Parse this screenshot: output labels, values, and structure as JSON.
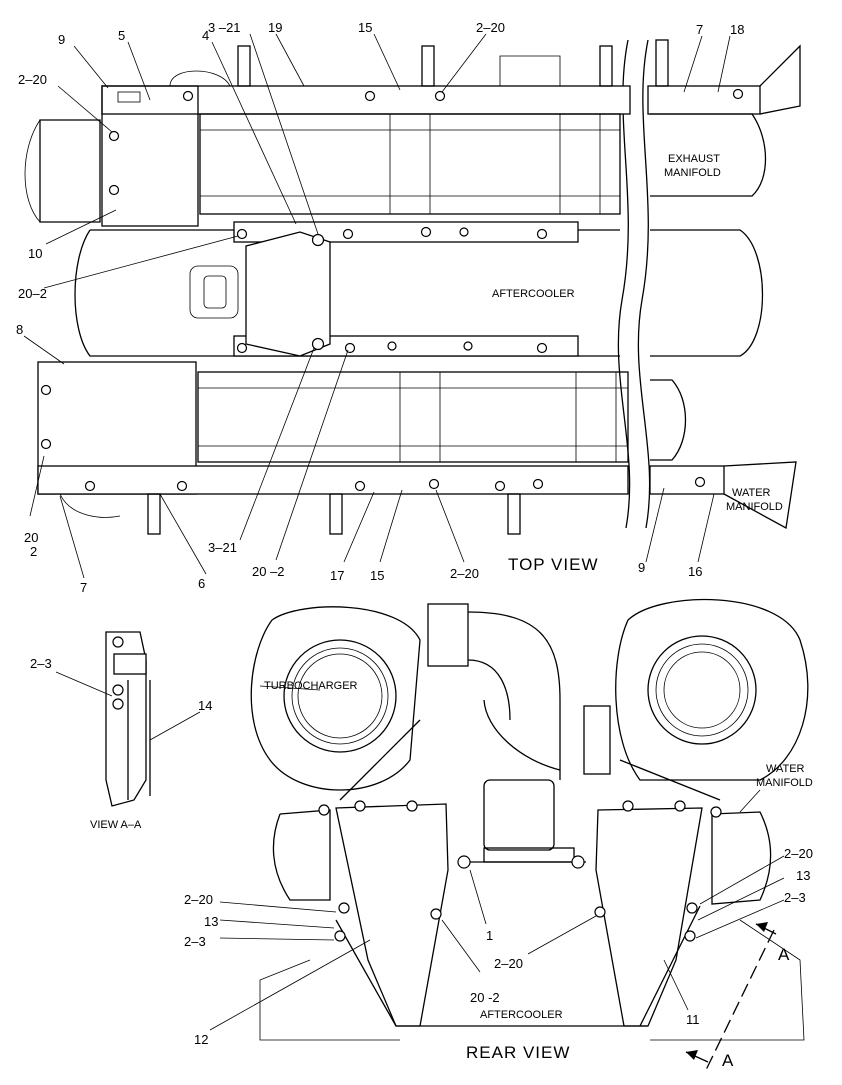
{
  "top_view": {
    "title": "TOP VIEW",
    "callouts": {
      "c9_top": "9",
      "c5": "5",
      "c4": "4",
      "c3_21_top": "3 –21",
      "c19": "19",
      "c15_top": "15",
      "c2_20_top": "2–20",
      "c7_top": "7",
      "c18": "18",
      "c2_20_left": "2–20",
      "c10": "10",
      "c20_2_left": "20–2",
      "c8": "8",
      "c20_a": "20",
      "c2_a": "2",
      "c7_bot": "7",
      "c6": "6",
      "c3_21_bot": "3–21",
      "c20_2_bot": "20 –2",
      "c17": "17",
      "c15_bot": "15",
      "c2_20_bot": "2–20",
      "c9_bot": "9",
      "c16": "16"
    },
    "names": {
      "exhaust_1": "EXHAUST",
      "exhaust_2": "MANIFOLD",
      "aftercooler": "AFTERCOOLER",
      "water_1": "WATER",
      "water_2": "MANIFOLD"
    }
  },
  "view_aa": {
    "title": "VIEW A–A",
    "callouts": {
      "c2_3": "2–3",
      "c14": "14"
    }
  },
  "rear_view": {
    "title": "REAR VIEW",
    "callouts": {
      "c2_20_l": "2–20",
      "c13_l": "13",
      "c2_3_l": "2–3",
      "c12": "12",
      "c1": "1",
      "c20_2": "20 -2",
      "c2_20_m": "2–20",
      "c2_20_r": "2–20",
      "c13_r": "13",
      "c2_3_r": "2–3",
      "c11": "11",
      "a_top": "A",
      "a_bot": "A"
    },
    "names": {
      "turbo": "TURBOCHARGER",
      "water_1": "WATER",
      "water_2": "MANIFOLD",
      "aftercooler": "AFTERCOOLER"
    }
  }
}
